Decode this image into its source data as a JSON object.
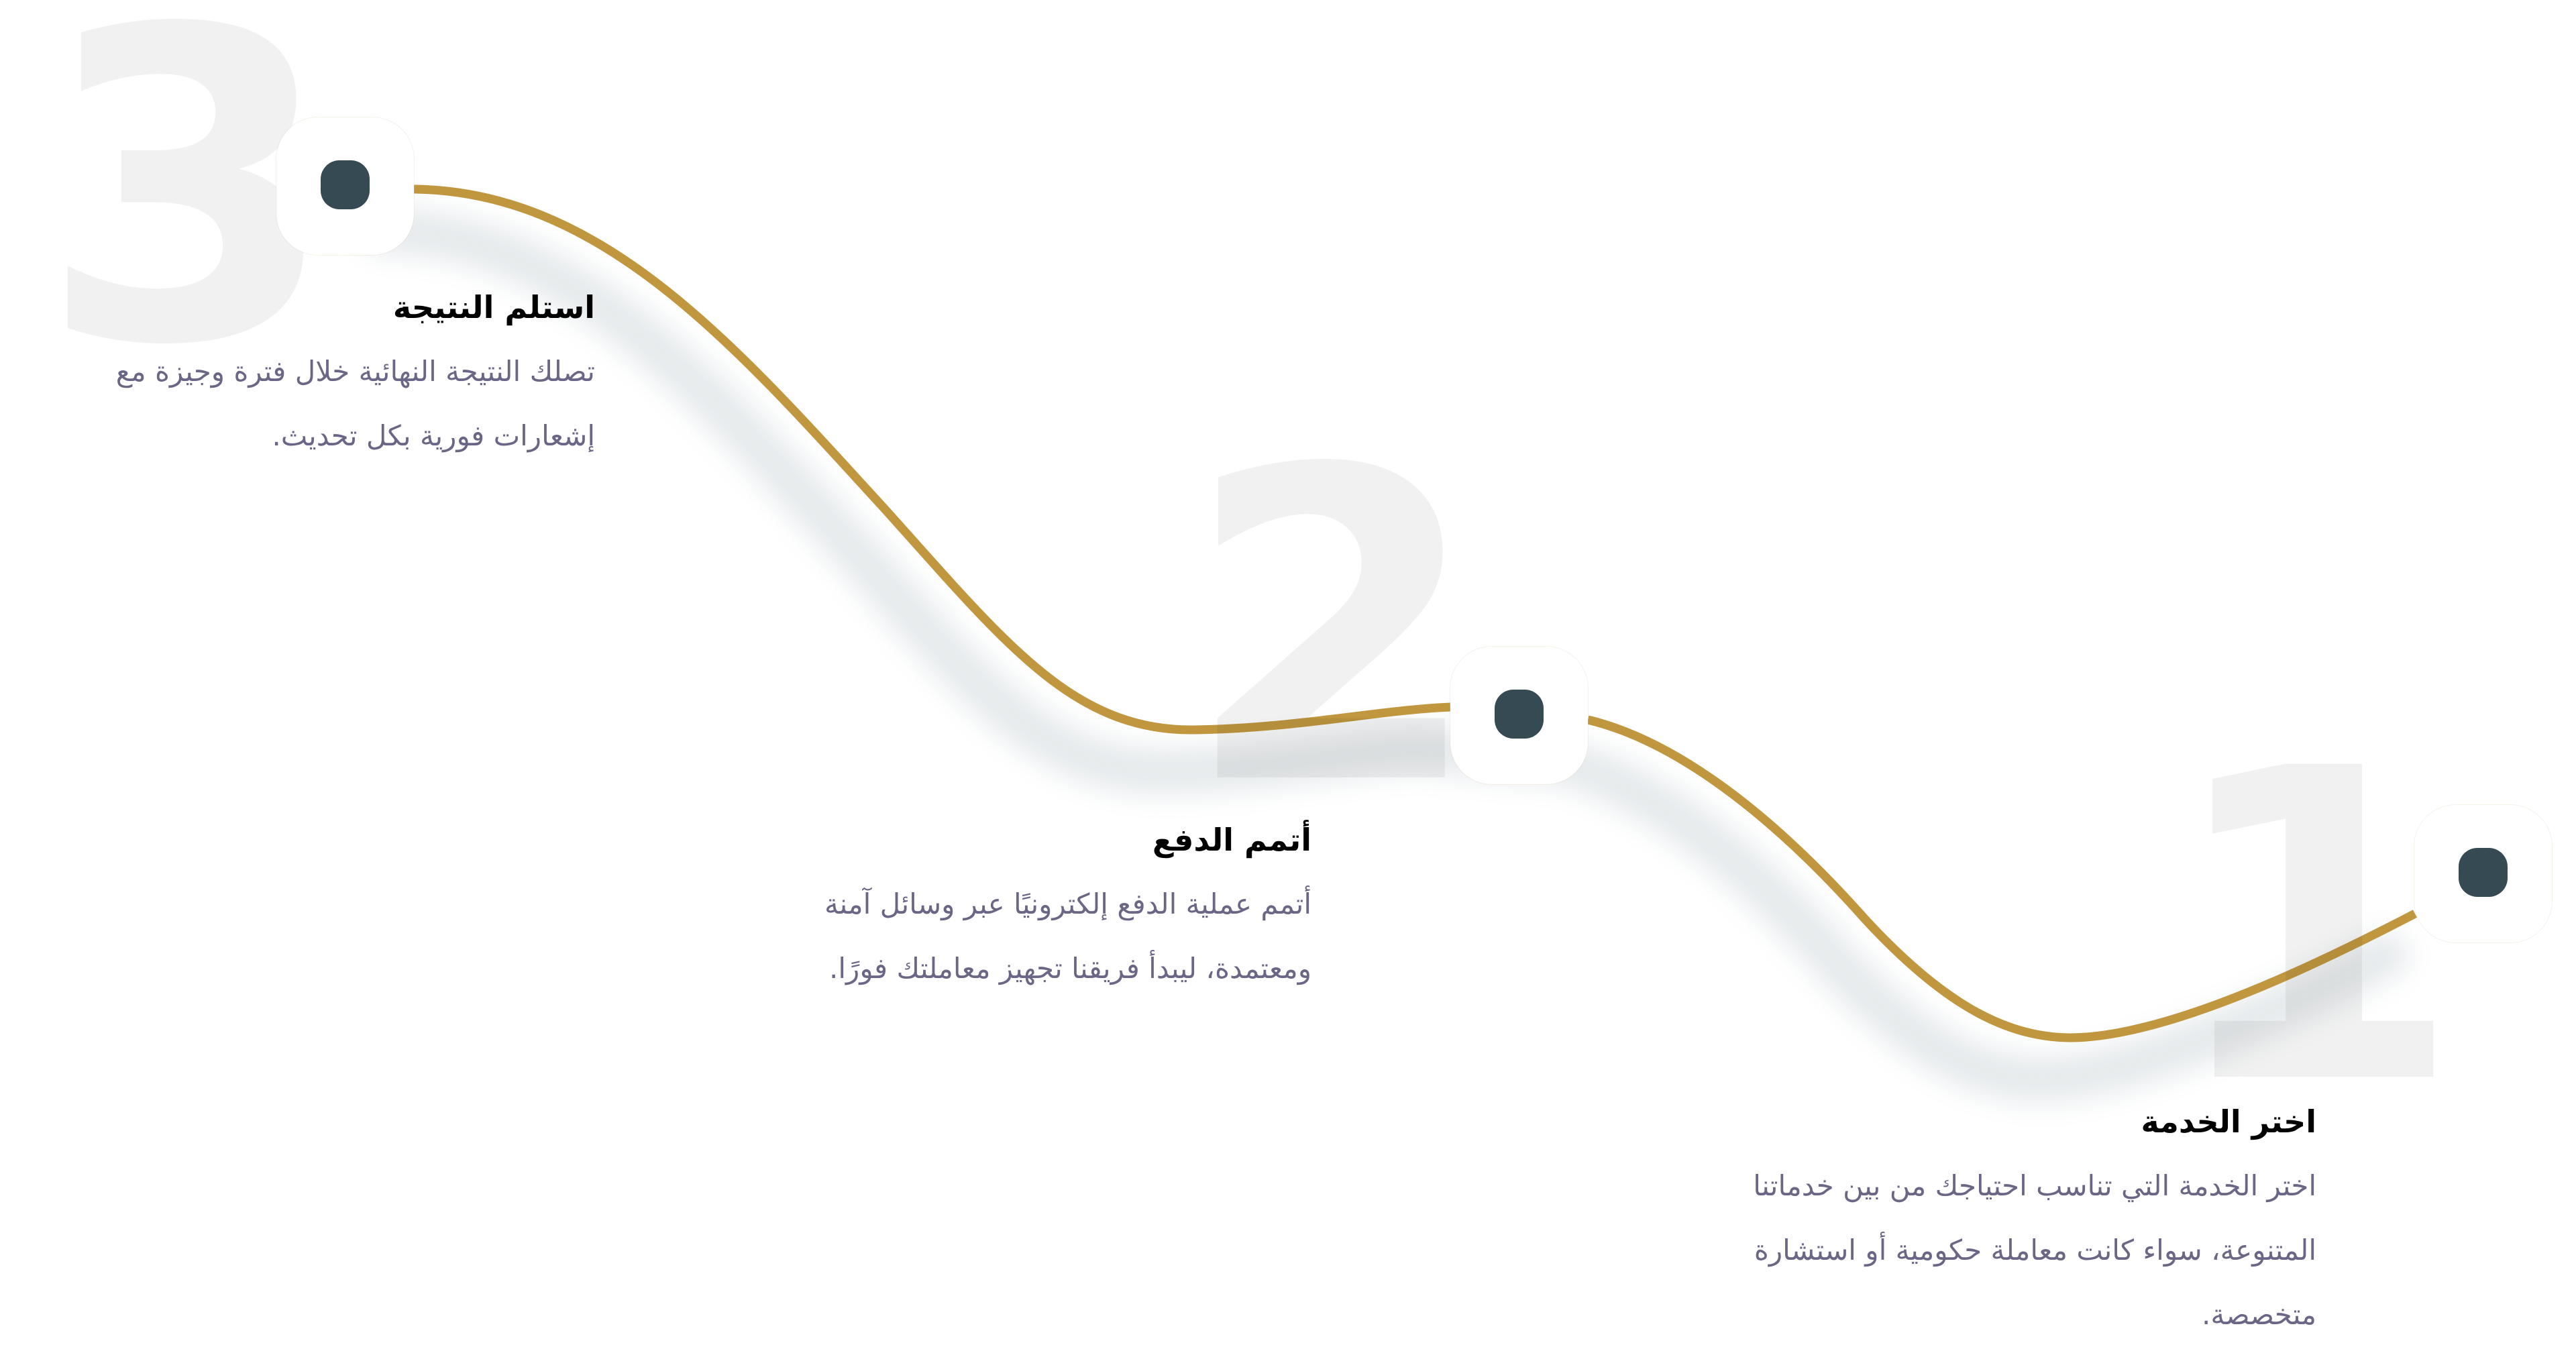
{
  "colors": {
    "background": "#ffffff",
    "path": "#c0973f",
    "path_shadow": "#e6eaec",
    "digit": "#f2f2f2",
    "node_bg": "#ffffff",
    "node_dot": "#354a52",
    "title": "#000000",
    "body": "#6a6686"
  },
  "steps": [
    {
      "number": "1",
      "title": "اختر الخدمة",
      "body_lines": [
        "اختر الخدمة التي تناسب احتياجك من بين خدماتنا",
        "المتنوعة، سواء كانت معاملة حكومية أو استشارة",
        "متخصصة."
      ]
    },
    {
      "number": "2",
      "title": "أتمم الدفع",
      "body_lines": [
        "أتمم عملية الدفع إلكترونيًا عبر وسائل آمنة",
        "ومعتمدة، ليبدأ فريقنا تجهيز معاملتك فورًا."
      ]
    },
    {
      "number": "3",
      "title": "استلم النتيجة",
      "body_lines": [
        "تصلك النتيجة النهائية خلال فترة وجيزة مع",
        "إشعارات فورية بكل تحديث."
      ]
    }
  ]
}
